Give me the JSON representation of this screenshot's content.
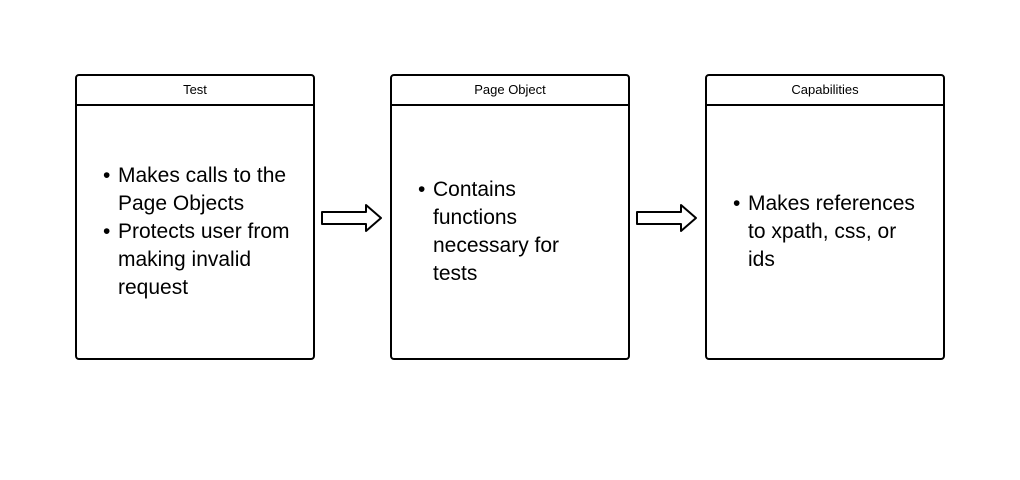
{
  "boxes": [
    {
      "title": "Test",
      "bullets": [
        "Makes calls to the Page Objects",
        "Protects user from making invalid request"
      ]
    },
    {
      "title": "Page Object",
      "bullets": [
        "Contains functions necessary for tests"
      ]
    },
    {
      "title": "Capabilities",
      "bullets": [
        "Makes references to xpath, css, or ids"
      ]
    }
  ],
  "arrows": [
    {
      "from": "Test",
      "to": "Page Object",
      "icon": "right-block-arrow"
    },
    {
      "from": "Page Object",
      "to": "Capabilities",
      "icon": "right-block-arrow"
    }
  ],
  "colors": {
    "stroke": "#000000",
    "fill": "#ffffff",
    "text": "#000000"
  }
}
